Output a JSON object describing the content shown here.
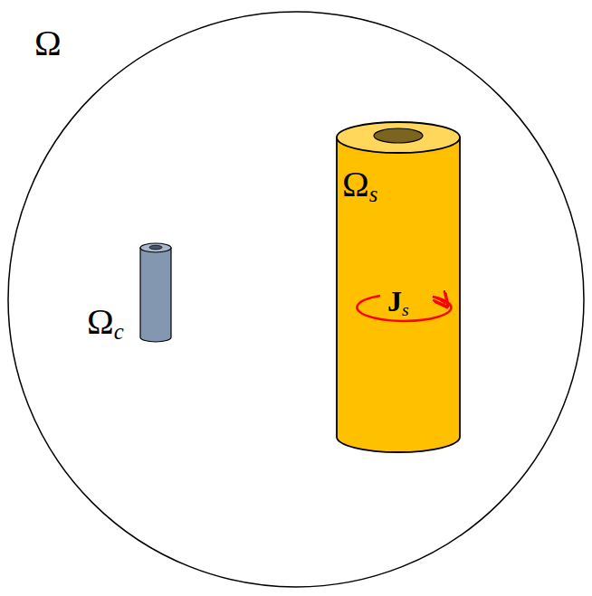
{
  "diagram": {
    "labels": [
      "Ω",
      "Ωs",
      "Js",
      "Ωc"
    ]
  }
}
